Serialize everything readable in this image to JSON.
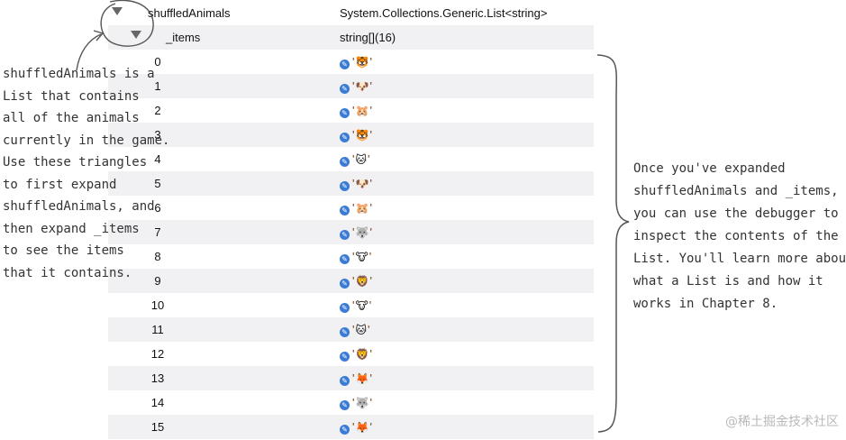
{
  "header_rows": [
    {
      "name": "shuffledAnimals",
      "value": "System.Collections.Generic.List<string>"
    },
    {
      "name": "_items",
      "value": "string[](16)"
    }
  ],
  "items": [
    {
      "index": "0",
      "emoji": "🐯"
    },
    {
      "index": "1",
      "emoji": "🐶"
    },
    {
      "index": "2",
      "emoji": "🐹"
    },
    {
      "index": "3",
      "emoji": "🐯"
    },
    {
      "index": "4",
      "emoji": "🐱"
    },
    {
      "index": "5",
      "emoji": "🐶"
    },
    {
      "index": "6",
      "emoji": "🐹"
    },
    {
      "index": "7",
      "emoji": "🐺"
    },
    {
      "index": "8",
      "emoji": "🐮"
    },
    {
      "index": "9",
      "emoji": "🦁"
    },
    {
      "index": "10",
      "emoji": "🐮"
    },
    {
      "index": "11",
      "emoji": "🐱"
    },
    {
      "index": "12",
      "emoji": "🦁"
    },
    {
      "index": "13",
      "emoji": "🦊"
    },
    {
      "index": "14",
      "emoji": "🐺"
    },
    {
      "index": "15",
      "emoji": "🦊"
    }
  ],
  "value_quote": "'",
  "left_note": [
    "shuffledAnimals is a",
    "List that contains",
    "all of the animals",
    "currently in the game.",
    "Use these triangles",
    "to first expand",
    "shuffledAnimals, and",
    "then expand _items",
    "to see the items",
    "that it contains."
  ],
  "right_note": [
    "Once you've expanded",
    "shuffledAnimals and _items,",
    "you can use the debugger to",
    "inspect the contents of the",
    "List. You'll learn more about",
    "what a List is and how it",
    "works in Chapter 8."
  ],
  "watermark": "@稀土掘金技术社区",
  "icons": {
    "expand": "triangle-down",
    "value": "pencil"
  },
  "colors": {
    "row_shade": "#f1f1f4",
    "pencil": "#3a7bd5",
    "annotation": "#555555"
  }
}
